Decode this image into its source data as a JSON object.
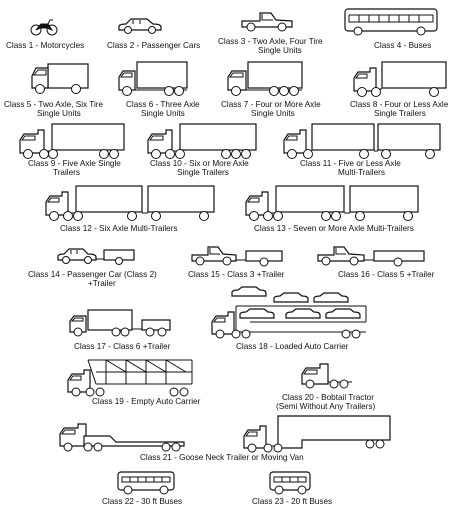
{
  "title": "",
  "classes": [
    {
      "id": 1,
      "label": "Class 1 - Motorcycles"
    },
    {
      "id": 2,
      "label": "Class 2 - Passenger Cars"
    },
    {
      "id": 3,
      "line1": "Class 3 - Two Axle, Four Tire",
      "line2": "Single Units"
    },
    {
      "id": 4,
      "label": "Class 4 - Buses"
    },
    {
      "id": 5,
      "line1": "Class 5 - Two Axle, Six Tire",
      "line2": "Single Units"
    },
    {
      "id": 6,
      "line1": "Class 6 - Three Axle",
      "line2": "Single Units"
    },
    {
      "id": 7,
      "line1": "Class 7 - Four or More Axle",
      "line2": "Single Units"
    },
    {
      "id": 8,
      "line1": "Class 8 - Four or Less Axle",
      "line2": "Single Trailers"
    },
    {
      "id": 9,
      "line1": "Class 9 - Five Axle Single",
      "line2": "Trailers"
    },
    {
      "id": 10,
      "line1": "Class 10 - Six or More Axle",
      "line2": "Single Trailers"
    },
    {
      "id": 11,
      "line1": "Class 11 - Five or Less Axle",
      "line2": "Multi-Trailers"
    },
    {
      "id": 12,
      "label": "Class 12 - Six Axle Multi-Trailers"
    },
    {
      "id": 13,
      "label": "Class 13 - Seven or More Axle Multi-Trailers"
    },
    {
      "id": 14,
      "line1": "Class 14 - Passenger Car (Class 2)",
      "line2": "+Trailer"
    },
    {
      "id": 15,
      "label": "Class 15 - Class 3 +Trailer"
    },
    {
      "id": 16,
      "label": "Class 16 - Class 5 +Trailer"
    },
    {
      "id": 17,
      "label": "Class 17 - Class 6 +Trailer"
    },
    {
      "id": 18,
      "label": "Class 18 - Loaded Auto Carrier"
    },
    {
      "id": 19,
      "label": "Class 19 - Empty Auto Carrier"
    },
    {
      "id": 20,
      "line1": "Class 20 - Bobtail Tractor",
      "line2": "(Semi Without Any Trailers)"
    },
    {
      "id": 21,
      "label": "Class 21 - Goose Neck Trailer or Moving Van"
    },
    {
      "id": 22,
      "label": "Class 22 - 30 ft Buses"
    },
    {
      "id": 23,
      "label": "Class 23 - 20 ft Buses"
    }
  ]
}
